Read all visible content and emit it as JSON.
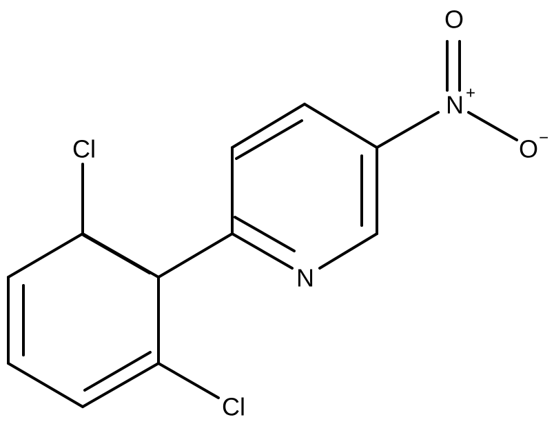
{
  "molecule": {
    "atoms": {
      "cl_top": "Cl",
      "cl_bottom": "Cl",
      "n_pyridine": "N",
      "n_nitro": "N",
      "o_double": "O",
      "o_single": "O"
    },
    "charges": {
      "n_nitro": "+",
      "o_single": "−"
    }
  }
}
